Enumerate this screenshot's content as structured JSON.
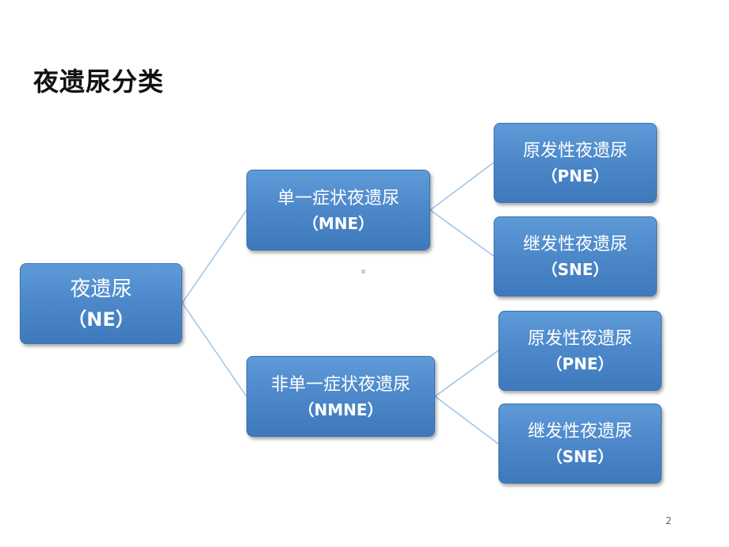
{
  "title": "夜遗尿分类",
  "page_number": "2",
  "root": {
    "label": "夜遗尿",
    "abbr": "（NE）"
  },
  "branches": [
    {
      "label": "单一症状夜遗尿",
      "abbr": "（MNE）",
      "children": [
        {
          "label": "原发性夜遗尿",
          "abbr": "（PNE）"
        },
        {
          "label": "继发性夜遗尿",
          "abbr": "（SNE）"
        }
      ]
    },
    {
      "label": "非单一症状夜遗尿",
      "abbr": "（NMNE）",
      "children": [
        {
          "label": "原发性夜遗尿",
          "abbr": "（PNE）"
        },
        {
          "label": "继发性夜遗尿",
          "abbr": "（SNE）"
        }
      ]
    }
  ],
  "colors": {
    "node_fill": "#4a86c8",
    "connector": "#9ec3e6",
    "title": "#111111"
  }
}
